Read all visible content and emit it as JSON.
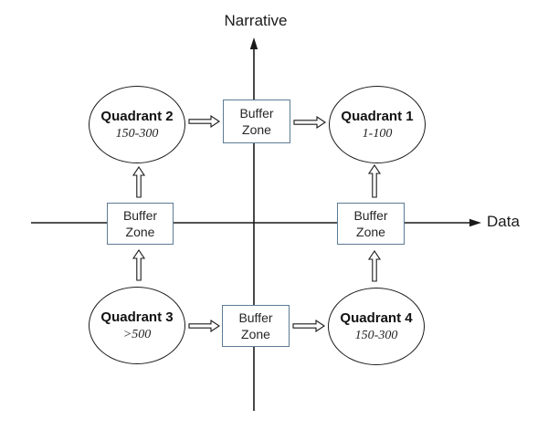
{
  "diagram": {
    "axes": {
      "vertical_label": "Narrative",
      "horizontal_label": "Data"
    },
    "quadrants": [
      {
        "title": "Quadrant 2",
        "range": "150-300",
        "position": "top-left"
      },
      {
        "title": "Quadrant 1",
        "range": "1-100",
        "position": "top-right"
      },
      {
        "title": "Quadrant 3",
        "range": ">500",
        "position": "bottom-left"
      },
      {
        "title": "Quadrant 4",
        "range": "150-300",
        "position": "bottom-right"
      }
    ],
    "buffer_zones": [
      {
        "label": "Buffer Zone",
        "position": "top-center"
      },
      {
        "label": "Buffer Zone",
        "position": "middle-left"
      },
      {
        "label": "Buffer Zone",
        "position": "middle-right"
      },
      {
        "label": "Buffer Zone",
        "position": "bottom-center"
      }
    ],
    "colors": {
      "background": "#ffffff",
      "shape_border": "#1a1a1a",
      "buffer_border": "#5d7b95"
    }
  }
}
